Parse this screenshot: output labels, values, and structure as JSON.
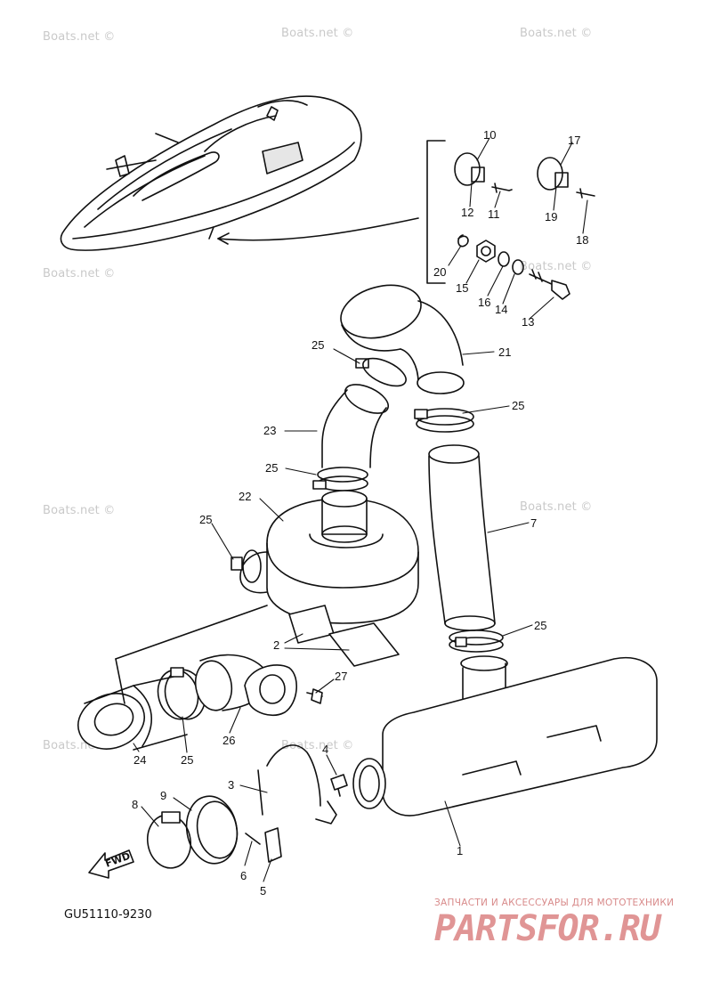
{
  "watermark": {
    "text": "Boats.net ©"
  },
  "diagram_code": "GU51110-9230",
  "fwd_label": "FWD",
  "brand": {
    "subtitle": "ЗАПЧАСТИ И АКСЕССУАРЫ ДЛЯ МОТОТЕХНИКИ",
    "logo": "PARTSFOR.RU"
  },
  "callouts": [
    "1",
    "2",
    "3",
    "4",
    "5",
    "6",
    "7",
    "8",
    "9",
    "10",
    "11",
    "12",
    "13",
    "14",
    "15",
    "16",
    "17",
    "18",
    "19",
    "20",
    "21",
    "22",
    "23",
    "24",
    "25",
    "26",
    "27"
  ],
  "callout_25": "25"
}
